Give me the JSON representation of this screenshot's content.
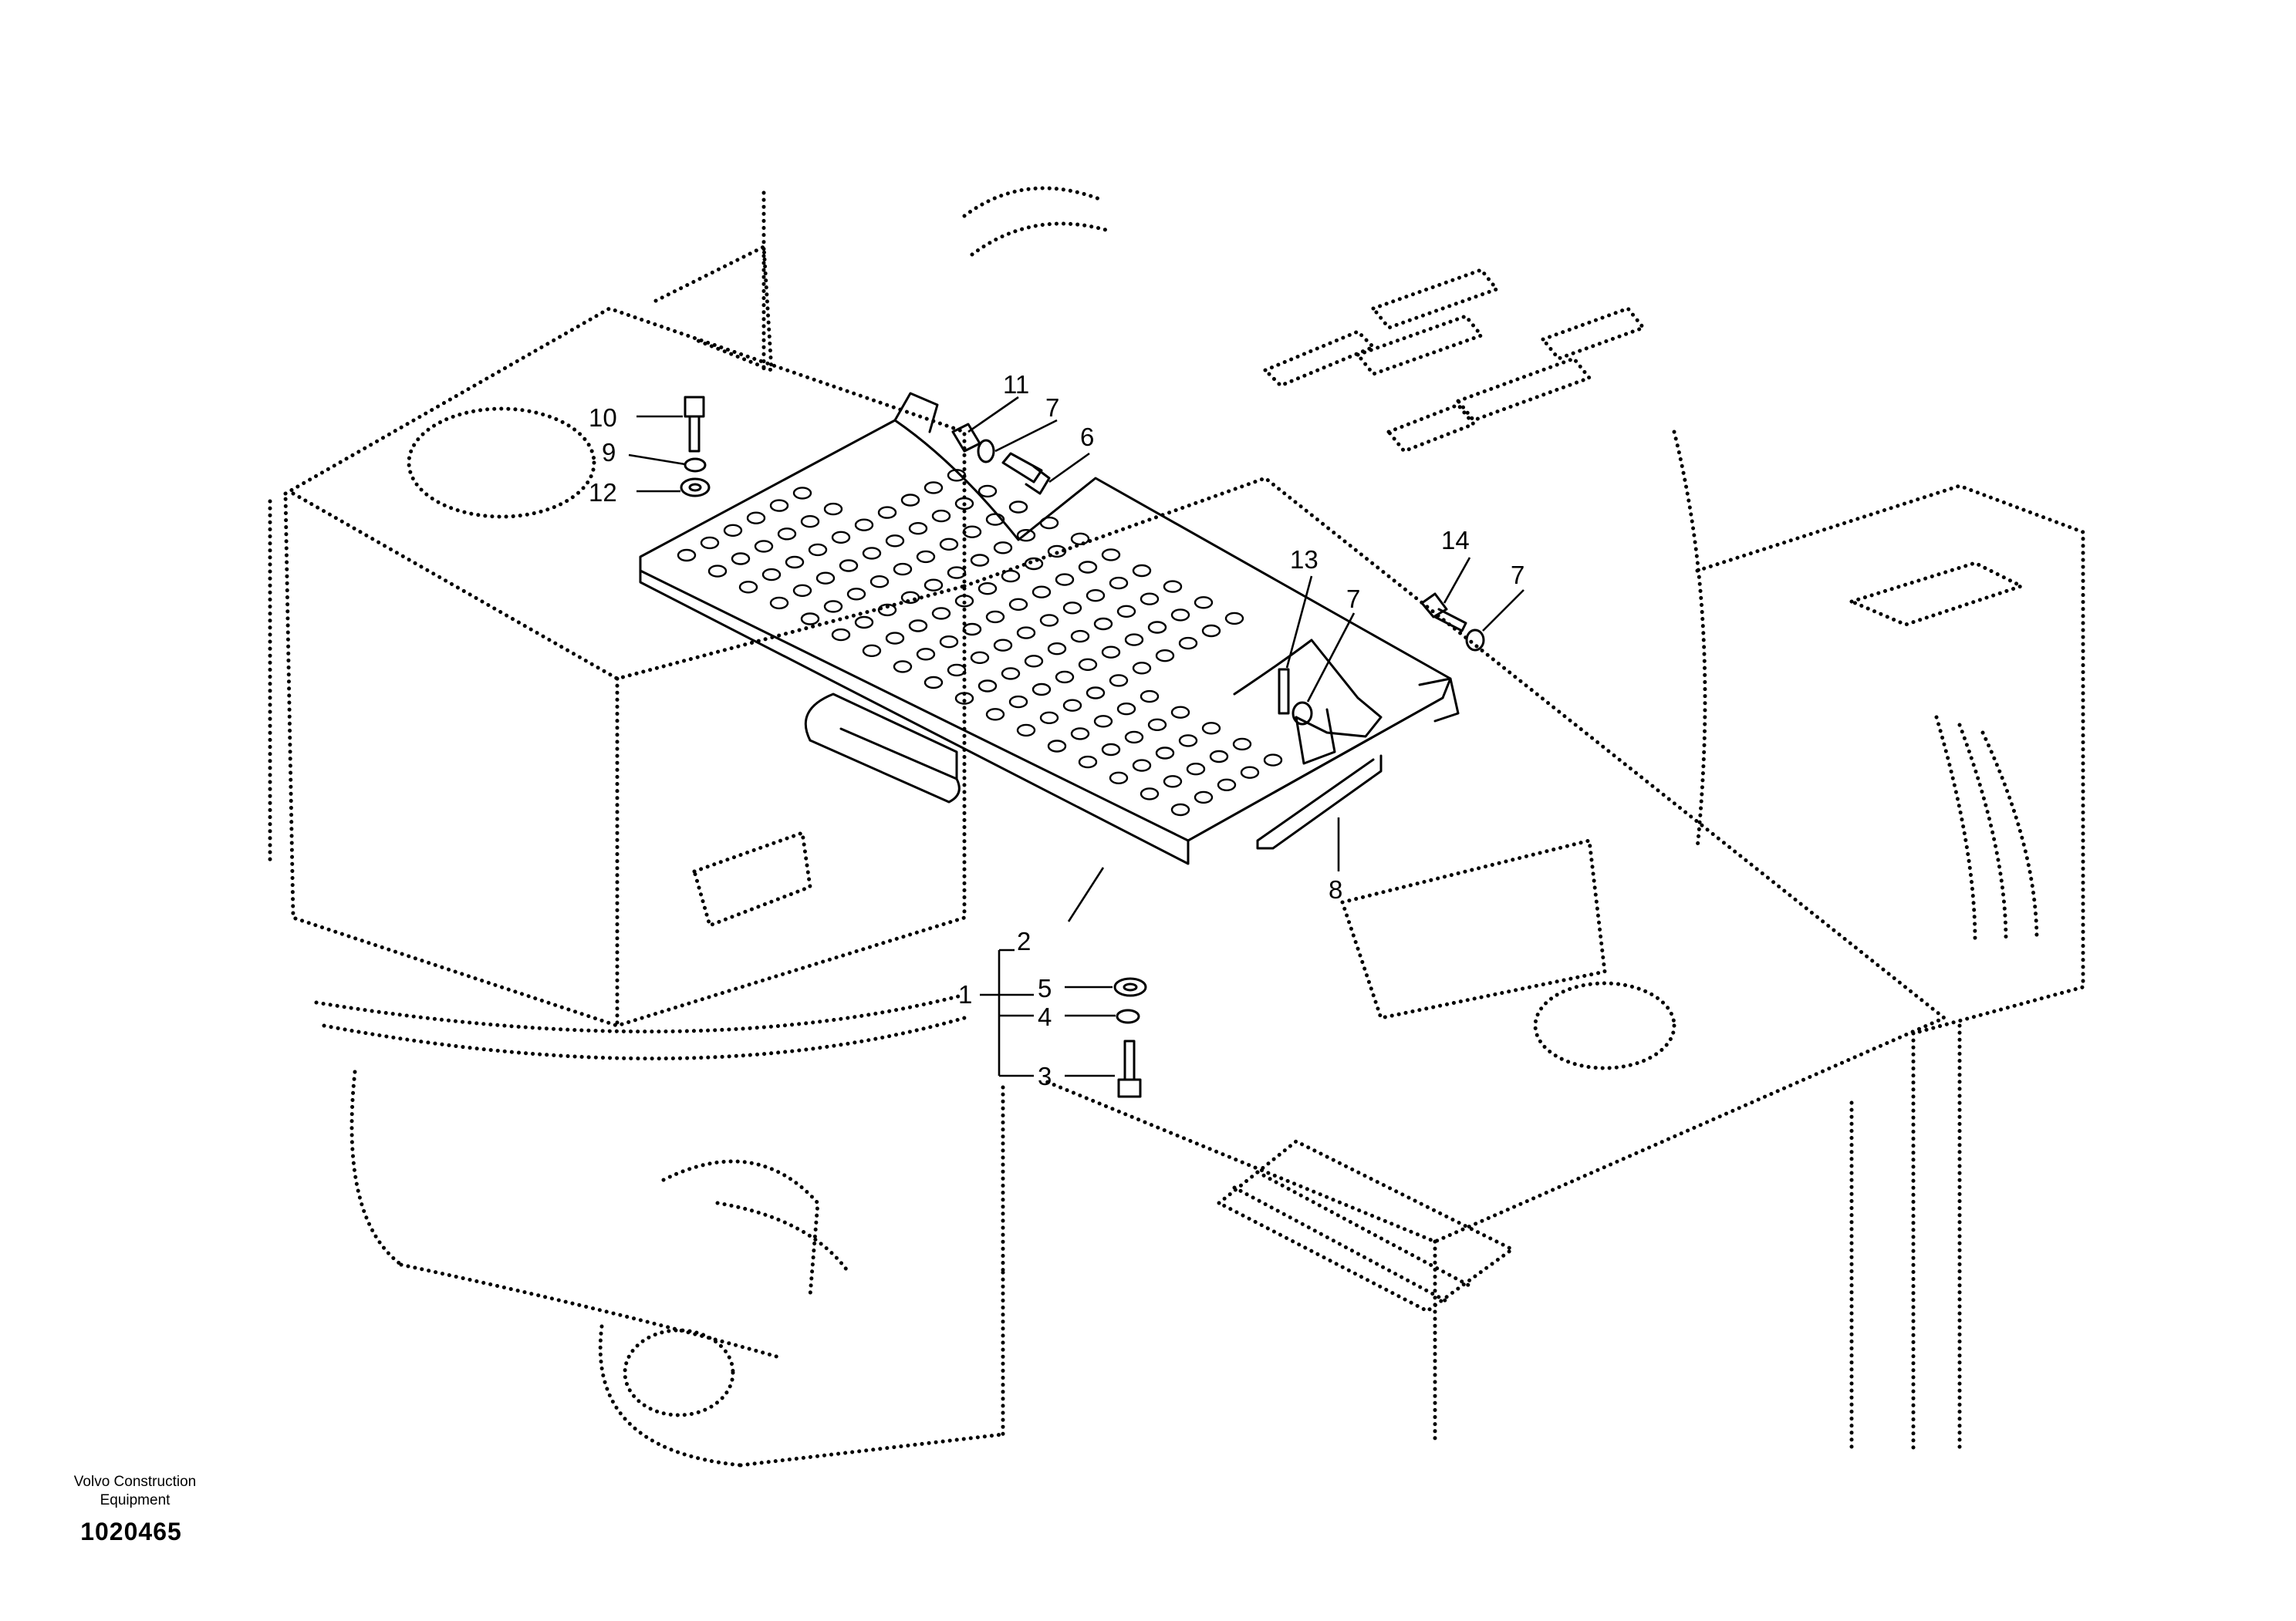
{
  "footer": {
    "company_line1": "Volvo Construction",
    "company_line2": "Equipment",
    "figure_number": "1020465"
  },
  "callouts": {
    "c1": "1",
    "c2": "2",
    "c3": "3",
    "c4": "4",
    "c5": "5",
    "c6": "6",
    "c7a": "7",
    "c7b": "7",
    "c7c": "7",
    "c8": "8",
    "c9": "9",
    "c10": "10",
    "c11": "11",
    "c12": "12",
    "c13": "13",
    "c14": "14"
  }
}
